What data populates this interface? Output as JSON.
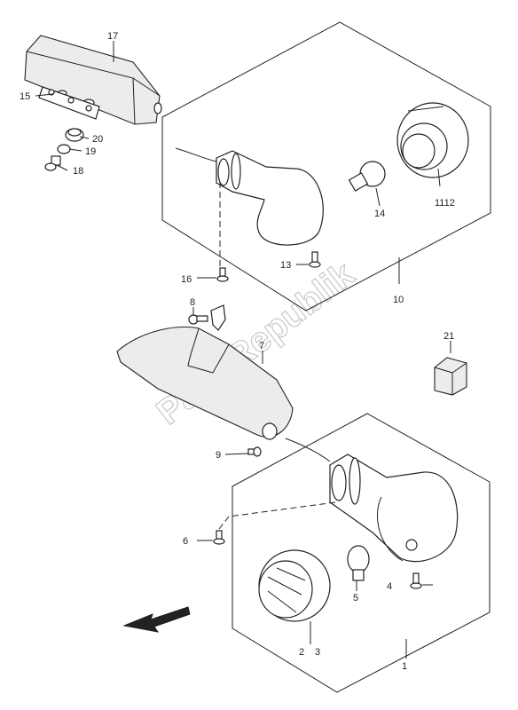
{
  "diagram": {
    "watermark": "PartsRepublik",
    "arrow_icon": "direction-arrow-icon",
    "callouts": {
      "c1": "1",
      "c2": "2",
      "c3": "3",
      "c4": "4",
      "c5": "5",
      "c6": "6",
      "c7": "7",
      "c8": "8",
      "c9": "9",
      "c10": "10",
      "c1112": "1112",
      "c13": "13",
      "c14": "14",
      "c15": "15",
      "c16": "16",
      "c17": "17",
      "c18": "18",
      "c19": "19",
      "c20": "20",
      "c21": "21"
    }
  }
}
